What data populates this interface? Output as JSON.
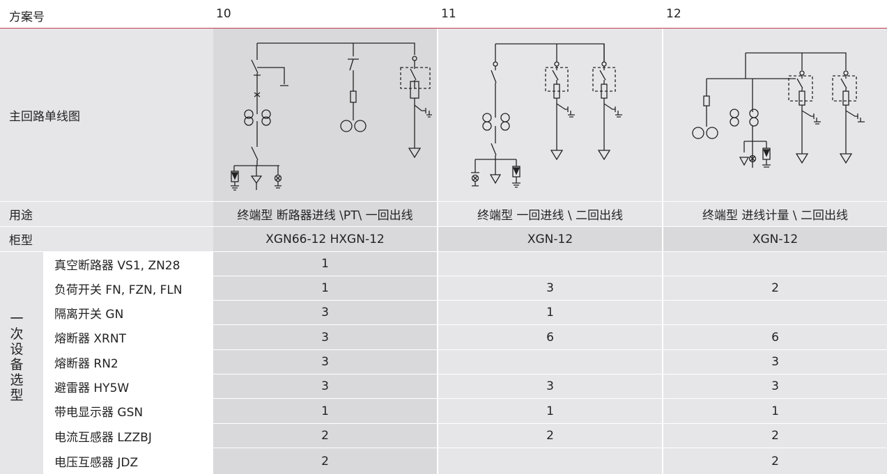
{
  "header": {
    "label": "方案号",
    "schemes": [
      "10",
      "11",
      "12"
    ]
  },
  "rows": {
    "diagram_label": "主回路单线图",
    "usage_label": "用途",
    "usage": [
      "终端型  断路器进线 \\PT\\ 一回出线",
      "终端型  一回进线 \\ 二回出线",
      "终端型  进线计量 \\ 二回出线"
    ],
    "cabinet_label": "柜型",
    "cabinet": [
      "XGN66-12   HXGN-12",
      "XGN-12",
      "XGN-12"
    ]
  },
  "equipment": {
    "group_label": "一次设备选型",
    "group_chars": [
      "一",
      "次",
      "设",
      "备",
      "选",
      "型"
    ],
    "items": [
      {
        "name": "真空断路器 VS1, ZN28",
        "values": [
          "1",
          "",
          ""
        ]
      },
      {
        "name": "负荷开关 FN, FZN, FLN",
        "values": [
          "1",
          "3",
          "2"
        ]
      },
      {
        "name": "隔离开关 GN",
        "values": [
          "3",
          "1",
          ""
        ]
      },
      {
        "name": "熔断器 XRNT",
        "values": [
          "3",
          "6",
          "6"
        ]
      },
      {
        "name": "熔断器 RN2",
        "values": [
          "3",
          "",
          "3"
        ]
      },
      {
        "name": "避雷器 HY5W",
        "values": [
          "3",
          "3",
          "3"
        ]
      },
      {
        "name": "带电显示器 GSN",
        "values": [
          "1",
          "1",
          "1"
        ]
      },
      {
        "name": "电流互感器 LZZBJ",
        "values": [
          "2",
          "2",
          "2"
        ]
      },
      {
        "name": "电压互感器 JDZ",
        "values": [
          "2",
          "",
          "2"
        ]
      }
    ]
  },
  "colors": {
    "accent": "#c0394b",
    "shade_light": "#e6e6e8",
    "shade_dark": "#d9d9db"
  }
}
